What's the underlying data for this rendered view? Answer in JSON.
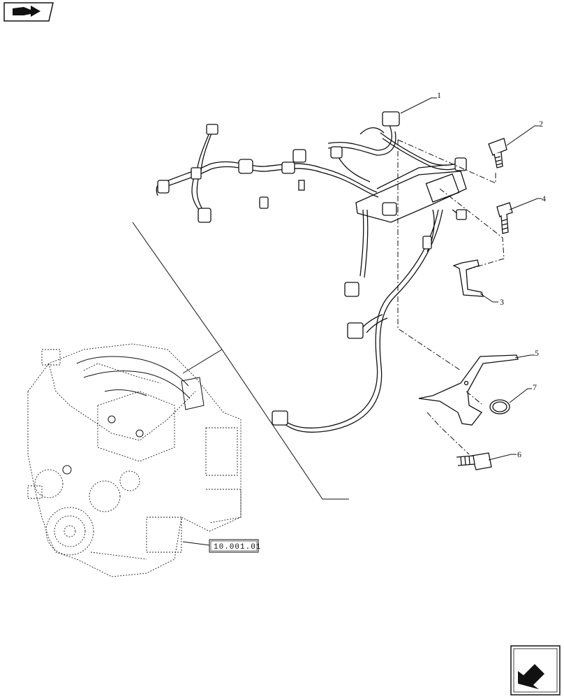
{
  "diagram": {
    "type": "exploded-parts-view",
    "callouts": [
      "1",
      "2",
      "3",
      "4",
      "5",
      "6",
      "7"
    ],
    "reference_box": "10.001.01",
    "icons": {
      "top_left": "book-arrow-icon",
      "bottom_right": "next-page-arrow-icon"
    },
    "colors": {
      "line": "#111111",
      "background": "#ffffff"
    }
  }
}
